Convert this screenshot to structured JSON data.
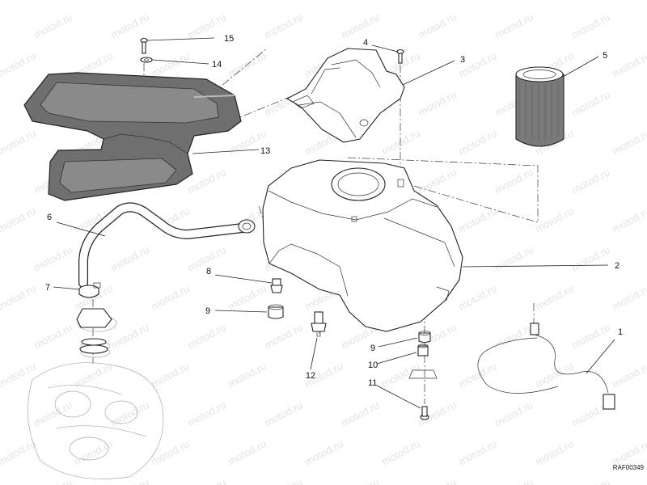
{
  "watermark": "motod.ru",
  "reference_code": "RAF00349",
  "callouts": [
    "1",
    "2",
    "3",
    "4",
    "5",
    "6",
    "7",
    "8",
    "9",
    "9",
    "10",
    "11",
    "12",
    "13",
    "14",
    "15"
  ],
  "colors": {
    "line": "#222222",
    "duct_fill": "#6f6f6f",
    "watermark": "#9a9a9a",
    "background": "#ffffff"
  }
}
